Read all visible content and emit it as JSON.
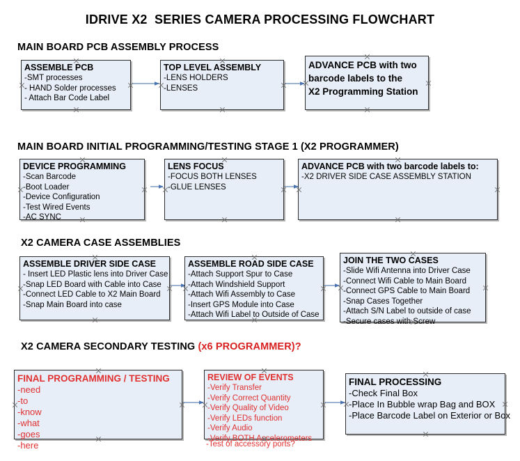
{
  "document": {
    "title": "IDRIVE X2  SERIES CAMERA PROCESSING FLOWCHART",
    "type": "process-flowchart",
    "colors": {
      "box_fill": "#e8eef7",
      "box_border": "#2b2b2b",
      "connector": "#8aa6c8",
      "accent_red": "#e03030",
      "text": "#000000",
      "background": "#ffffff"
    }
  },
  "sections": [
    {
      "id": "main-board-pcb-assembly",
      "heading": "MAIN BOARD PCB ASSEMBLY PROCESS",
      "heading_accent": "",
      "nodes": [
        {
          "id": "assemble-pcb",
          "header": "ASSEMBLE PCB",
          "lines": [
            "-SMT processes",
            "- HAND Solder processes",
            "- Attach Bar Code Label"
          ]
        },
        {
          "id": "top-level-assembly",
          "header": "TOP LEVEL ASSEMBLY",
          "lines": [
            "-LENS HOLDERS",
            "-LENSES"
          ]
        },
        {
          "id": "advance-pcb-to-programming-station",
          "header": "ADVANCE PCB with two",
          "lines": [
            "barcode labels to the",
            " X2 Programming Station"
          ]
        }
      ]
    },
    {
      "id": "main-board-initial-programming",
      "heading": "MAIN BOARD INITIAL PROGRAMMING/TESTING STAGE 1 (X2 PROGRAMMER)",
      "heading_accent": "",
      "nodes": [
        {
          "id": "device-programming",
          "header": "DEVICE PROGRAMMING",
          "lines": [
            "-Scan Barcode",
            "-Boot Loader",
            "-Device Configuration",
            "-Test Wired Events",
            "-AC SYNC"
          ]
        },
        {
          "id": "lens-focus",
          "header": "LENS FOCUS",
          "lines": [
            "-FOCUS BOTH LENSES",
            "-GLUE LENSES"
          ]
        },
        {
          "id": "advance-pcb-to-driver-side-case",
          "header": "ADVANCE PCB with two barcode labels to:",
          "lines": [
            "-X2 DRIVER  SIDE  CASE  ASSEMBLY STATION"
          ]
        }
      ]
    },
    {
      "id": "x2-camera-case-assemblies",
      "heading": "X2 CAMERA CASE ASSEMBLIES",
      "heading_accent": "",
      "nodes": [
        {
          "id": "assemble-driver-side-case",
          "header": "ASSEMBLE DRIVER SIDE CASE",
          "lines": [
            "- Insert LED Plastic lens into Driver Case",
            "-Snap LED Board with Cable into Case",
            "-Connect LED Cable to X2 Main Board",
            "-Snap Main Board into case"
          ]
        },
        {
          "id": "assemble-road-side-case",
          "header": "ASSEMBLE ROAD SIDE CASE",
          "lines": [
            "-Attach Support Spur to Case",
            "-Attach Windshield Support",
            "-Attach Wifi Assembly to Case",
            "-Insert GPS Module into Case",
            "-Attach Wifi Label to Outside of Case"
          ]
        },
        {
          "id": "join-the-two-cases",
          "header": "JOIN THE TWO CASES",
          "lines": [
            "-Slide Wifi Antenna into Driver Case",
            "-Connect Wifi Cable to Main Board",
            "-Connect GPS Cable to Main Board",
            "-Snap Cases Together",
            "-Attach S/N Label to outside of case",
            "-Secure cases with Screw"
          ]
        }
      ]
    },
    {
      "id": "x2-camera-secondary-testing",
      "heading": "X2 CAMERA SECONDARY TESTING ",
      "heading_accent": "(x6 PROGRAMMER)?",
      "nodes": [
        {
          "id": "final-programming-testing",
          "header": "FINAL PROGRAMMING / TESTING",
          "lines": [
            "-need",
            "-to",
            "-know",
            "-what",
            "-goes",
            "-here"
          ]
        },
        {
          "id": "review-of-events",
          "header": "REVIEW OF EVENTS",
          "lines": [
            "-Verify Transfer",
            "-Verify Correct Quantity",
            "-Verify Quality of Video",
            "-Verify LEDs function",
            "-Verify Audio",
            "-Verify BOTH Accelerometers"
          ],
          "overflow_line": "-Test of accessory ports?"
        },
        {
          "id": "final-processing",
          "header": "FINAL PROCESSING",
          "lines": [
            " -Check Final Box",
            "-Place In Bubble wrap Bag and BOX",
            "-Place Barcode Label on Exterior or Box"
          ]
        }
      ]
    }
  ]
}
